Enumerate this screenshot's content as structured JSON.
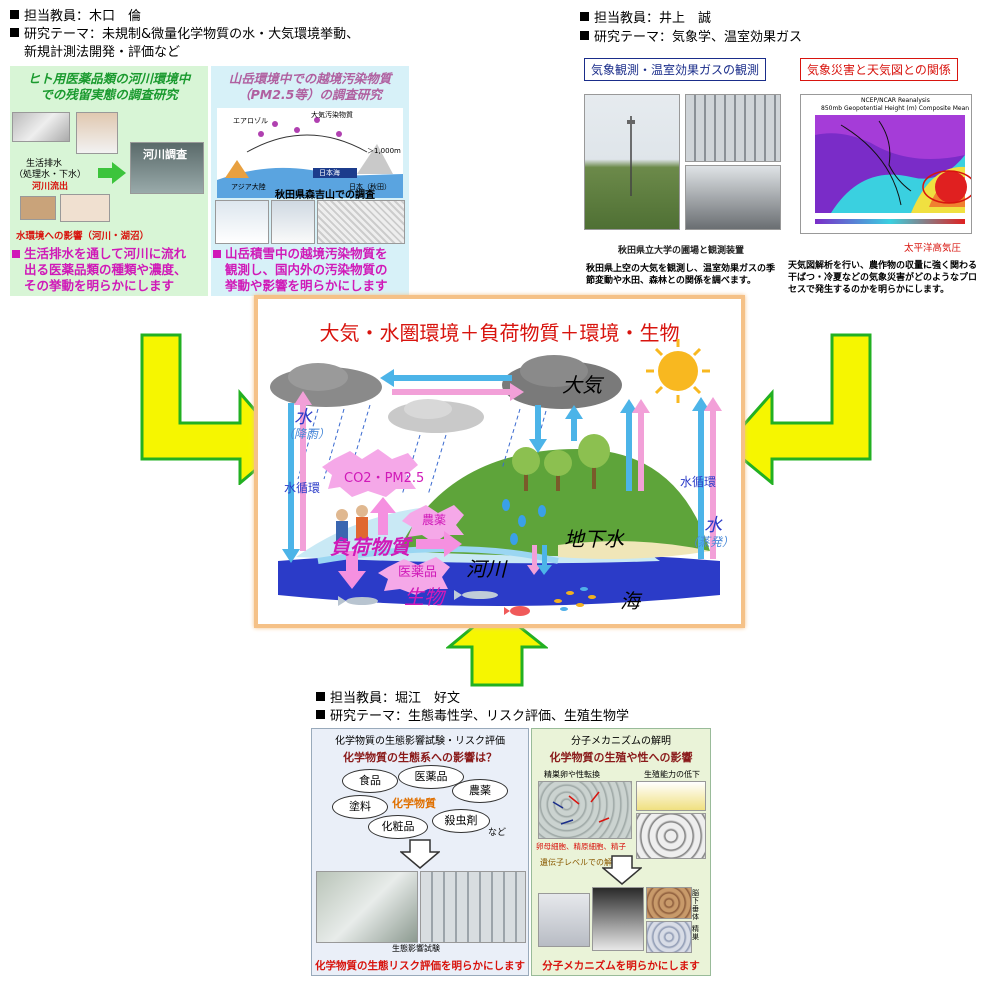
{
  "top_left": {
    "teacher": "担当教員：木口　倫",
    "theme_line1": "研究テーマ：未規制&微量化学物質の水・大気環境挙動、",
    "theme_line2": "新規計測法開発・評価など",
    "panel_a": {
      "title1": "ヒト用医薬品類の河川環境中",
      "title2": "での残留実態の調査研究",
      "label_wastewater": "生活排水",
      "label_treated": "（処理水・下水）",
      "label_river_inflow": "河川流出",
      "label_river_survey": "河川調査",
      "label_impact": "水環境への影響（河川・湖沼）",
      "bullet1": "生活排水を通して河川に流れ",
      "bullet2": "出る医薬品類の種類や濃度、",
      "bullet3": "その挙動を明らかにします"
    },
    "panel_b": {
      "title1": "山岳環境中での越境汚染物質",
      "title2": "（PM2.5等）の調査研究",
      "label_aerosol": "エアロゾル",
      "label_atmos": "大気汚染物質",
      "label_japan_sea": "日本海",
      "label_asia": "アジア大陸",
      "label_japan": "日本（秋田）",
      "label_altitude": "＞1,000m",
      "label_moriyoshi": "秋田県森吉山での調査",
      "bullet1": "山岳積雪中の越境汚染物質を",
      "bullet2": "観測し、国内外の汚染物質の",
      "bullet3": "挙動や影響を明らかにします"
    }
  },
  "top_right": {
    "teacher": "担当教員：井上　誠",
    "theme": "研究テーマ：気象学、温室効果ガス",
    "box_left": "気象観測・温室効果ガスの観測",
    "box_right": "気象災害と天気図との関係",
    "photo_caption": "秋田県立大学の圃場と観測装置",
    "map_title1": "NCEP/NCAR Reanalysis",
    "map_title2": "850mb Geopotential Height (m) Composite Mean",
    "map_label": "太平洋高気圧",
    "desc_left": "秋田県上空の大気を観測し、温室効果ガスの季節変動や水田、森林との関係を調べます。",
    "desc_right": "天気図解析を行い、農作物の収量に強く関わる干ばつ・冷夏などの気象災害がどのようなプロセスで発生するのかを明らかにします。"
  },
  "center": {
    "title": "大気・水圏環境＋負荷物質＋環境・生物",
    "atmosphere": "大気",
    "water_left": "水",
    "rain": "（降雨）",
    "water_cycle_left": "水循環",
    "water_cycle_right": "水循環",
    "water_right": "水",
    "evaporation": "（蒸発）",
    "co2_pm": "CO2・PM2.5",
    "pesticide": "農薬",
    "load_substance": "負荷物質",
    "medicine": "医薬品",
    "organism": "生物",
    "river": "河川",
    "groundwater": "地下水",
    "sea": "海"
  },
  "bottom": {
    "teacher": "担当教員：堀江　好文",
    "theme": "研究テーマ：生態毒性学、リスク評価、生殖生物学",
    "left_panel": {
      "header": "化学物質の生態影響試験・リスク評価",
      "subtitle": "化学物質の生態系への影響は？",
      "ovals": [
        "食品",
        "医薬品",
        "塗料",
        "化学物質",
        "農薬",
        "化粧品",
        "殺虫剤"
      ],
      "etc": "など",
      "photo_caption": "生態影響試験",
      "footer": "化学物質の生態リスク評価を明らかにします"
    },
    "right_panel": {
      "header": "分子メカニズムの解明",
      "subtitle": "化学物質の生殖や性への影響",
      "label_testis": "精巣卵や性転換",
      "label_fertility": "生殖能力の低下",
      "label_cells": "卵母細胞、精原細胞、精子",
      "label_gene": "遺伝子レベルでの解明",
      "label_pituitary": "脳下垂体",
      "label_testes": "精巣",
      "footer": "分子メカニズムを明らかにします"
    }
  },
  "colors": {
    "magenta": "#d01ab8",
    "red": "#d8140e",
    "arrow_yellow": "#f6f600",
    "arrow_green": "#22b022",
    "frame_orange": "#f5c187",
    "navy": "#1a2d8a"
  }
}
